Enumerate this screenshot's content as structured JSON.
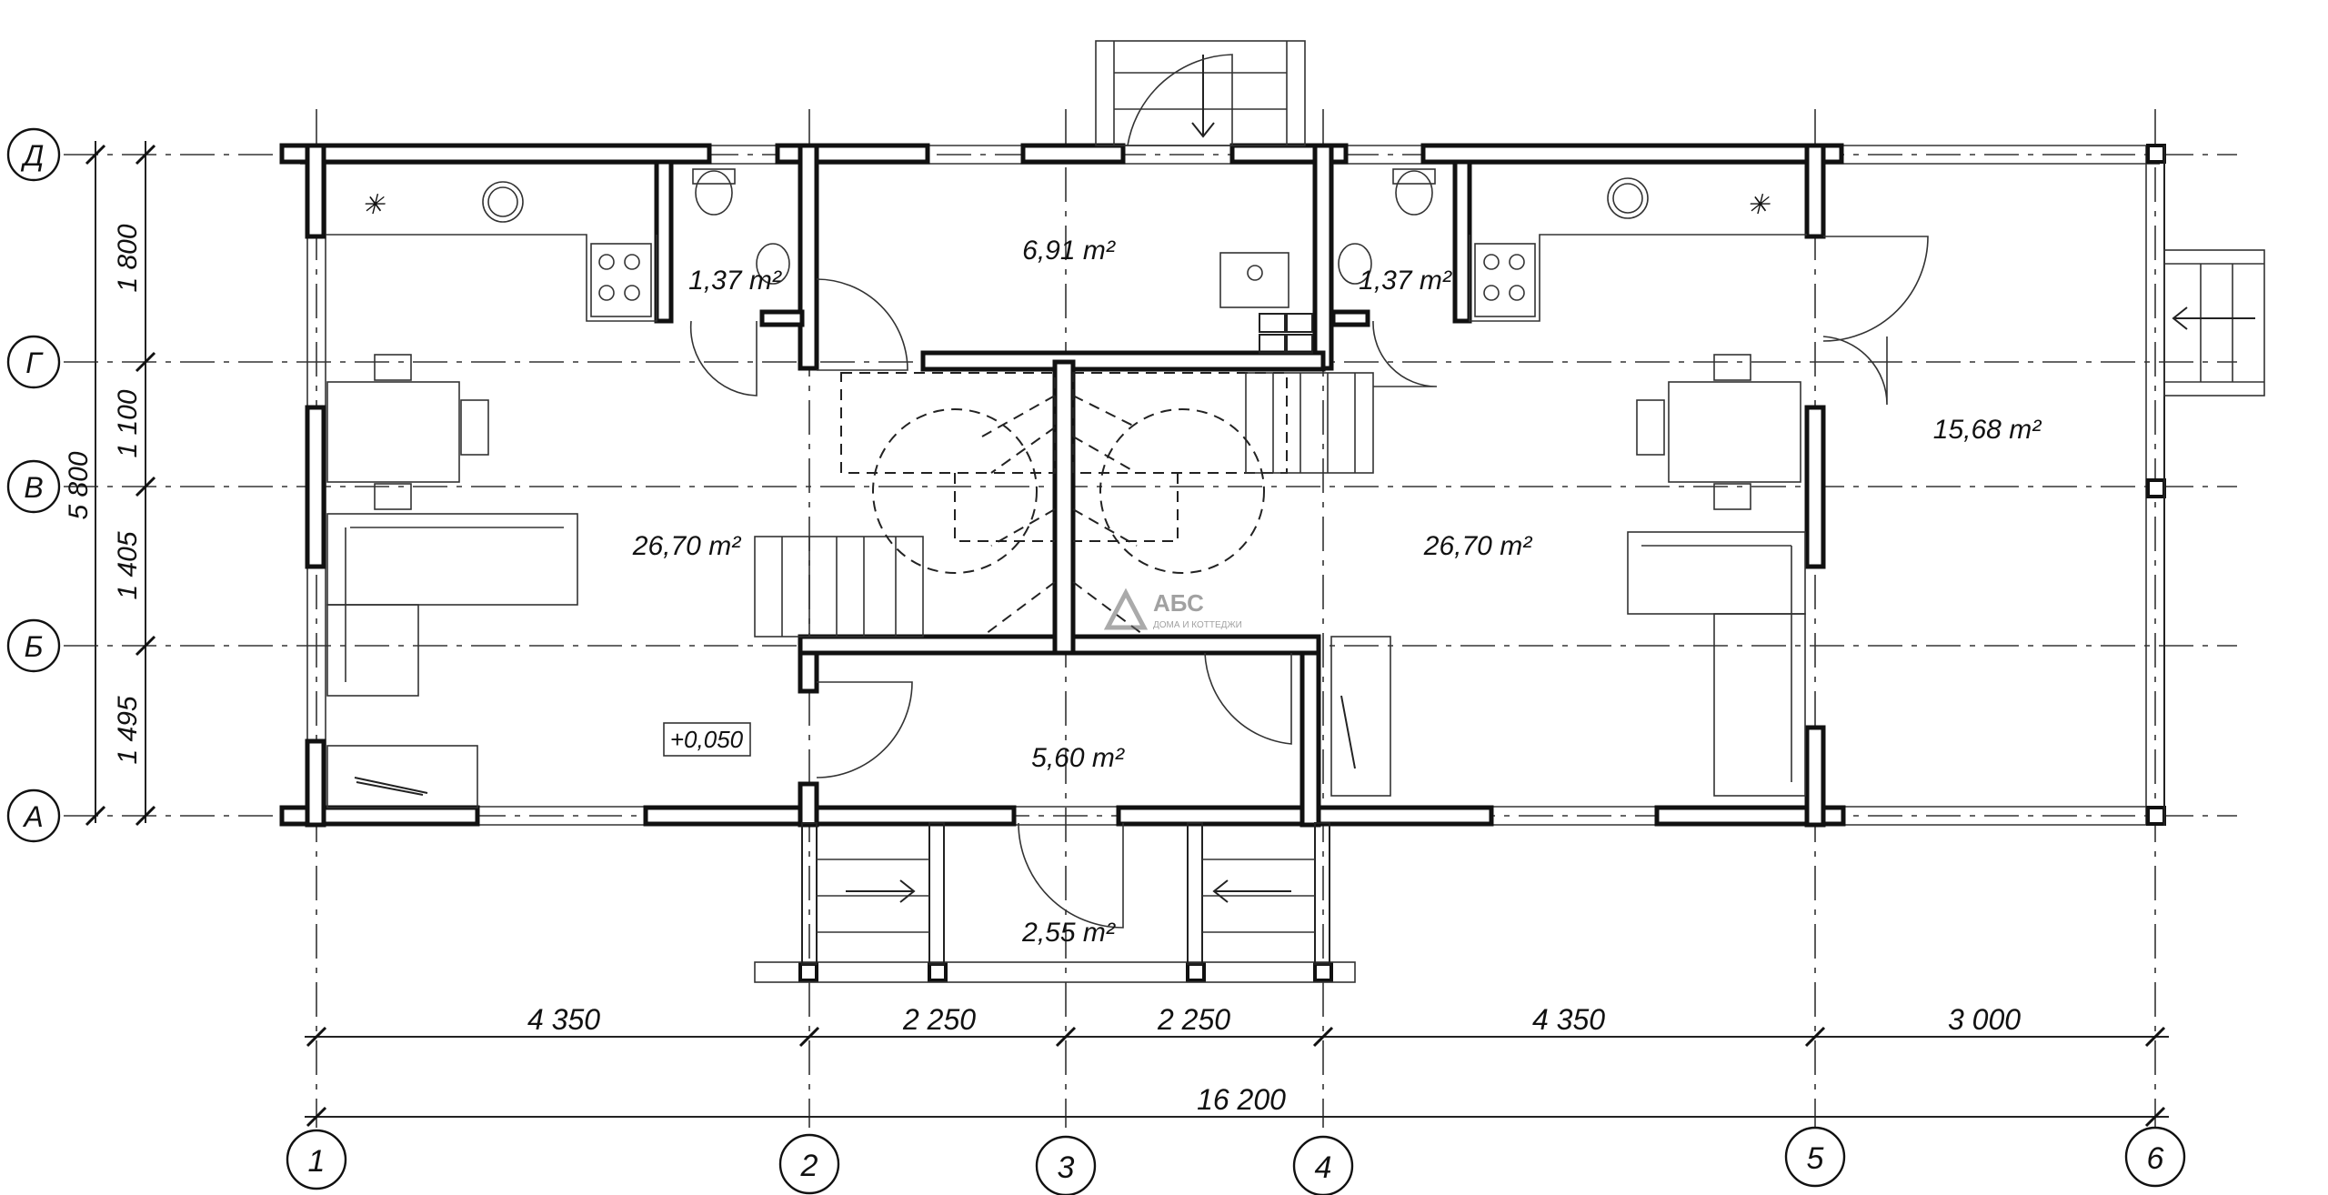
{
  "rooms": {
    "kitchen_left_area": "26,70 m²",
    "kitchen_right_area": "26,70 m²",
    "bath_left_area": "1,37 m²",
    "bath_right_area": "1,37 m²",
    "utility_area": "6,91 m²",
    "hall_area": "5,60 m²",
    "porch_area": "2,55 m²",
    "terrace_area": "15,68 m²"
  },
  "level_mark": "+0,050",
  "row_axes": [
    "Д",
    "Г",
    "В",
    "Б",
    "А"
  ],
  "column_axes": [
    "1",
    "2",
    "3",
    "4",
    "5",
    "6"
  ],
  "row_dimensions": {
    "segments": [
      "1 800",
      "1 100",
      "1 405",
      "1 495"
    ],
    "total": "5 800"
  },
  "column_dimensions": {
    "segments": [
      "4 350",
      "2 250",
      "2 250",
      "4 350",
      "3 000"
    ],
    "total": "16 200"
  },
  "logo": {
    "name": "АБС",
    "tagline": "ДОМА И КОТТЕДЖИ"
  }
}
